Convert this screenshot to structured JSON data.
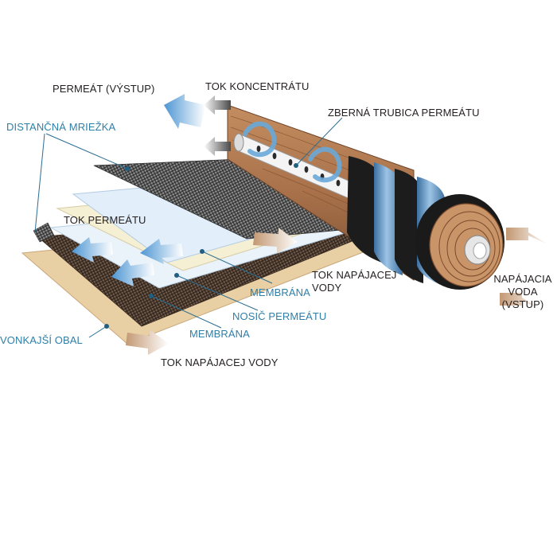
{
  "colors": {
    "label_dark": "#231f20",
    "label_blue": "#2f7fa8",
    "leader_line": "#2a6d92",
    "wood": "#b47b52",
    "wood_dark": "#7a4a2c",
    "membrane_blue": "#5b93c8",
    "band_black": "#1e1e1e",
    "mesh": "#3c3c3c",
    "carrier": "#f4efd6",
    "arrow_permeate": "#5aa0d6",
    "arrow_feed": "#c9a07d",
    "arrow_concentrate": "#555555"
  },
  "labels": {
    "permeate_output": "PERMEÁT (VÝSTUP)",
    "concentrate_flow": "TOK KONCENTRÁTU",
    "permeate_collection_tube": "ZBERNÁ TRUBICA PERMEÁTU",
    "spacer_mesh": "DISTANČNÁ MRIEŽKA",
    "permeate_flow": "TOK PERMEÁTU",
    "feed_water_flow_line1": "TOK NAPÁJACEJ",
    "feed_water_flow_line2": "VODY",
    "membrane_upper": "MEMBRÁNA",
    "permeate_carrier": "NOSIČ PERMEÁTU",
    "membrane_lower": "MEMBRÁNA",
    "outer_casing": "VONKAJŠÍ OBAL",
    "feed_water_flow_bottom": "TOK NAPÁJACEJ VODY",
    "feed_water_input_line1": "NAPÁJACIA",
    "feed_water_input_line2": "VODA",
    "feed_water_input_line3": "(VSTUP)"
  }
}
